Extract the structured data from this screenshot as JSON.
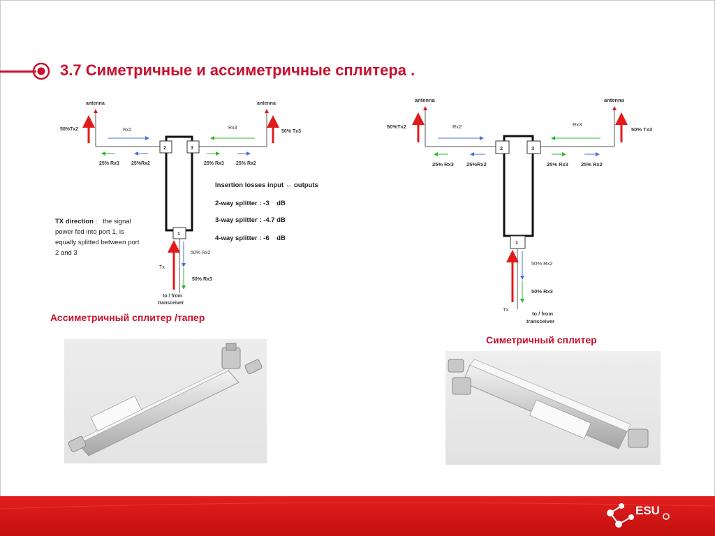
{
  "title": "3.7 Симетричные и ассиметричные сплитера .",
  "left_diagram": {
    "antenna_left": "antenna",
    "antenna_right": "antenna",
    "tx_left": "50%Tx2",
    "tx_right": "50% Tx3",
    "rx_left": "Rx2",
    "rx_right": "Rx3",
    "port2": "2",
    "port3": "3",
    "port1": "1",
    "l_25rx3": "25% Rx3",
    "l_25rx2": "25%Rx2",
    "r_25rx3": "25% Rx3",
    "r_25rx2": "25% Rx2",
    "rx2_50": "50% Rx2",
    "rx3_50": "50% Rx3",
    "tx": "Tx",
    "transceiver_1": "to / from",
    "transceiver_2": "transceiver",
    "insertion_title": "Insertion losses input ↔ outputs",
    "loss_2way": "2-way splitter : -3    dB",
    "loss_3way": "3-way splitter : -4.7 dB",
    "loss_4way": "4-way splitter : -6    dB",
    "txdir_bold": "TX direction",
    "txdir_line1": " :   the signal",
    "txdir_line2": "power fed into port 1, is",
    "txdir_line3": "equally splitted between port",
    "txdir_line4": "2 and 3"
  },
  "right_diagram": {
    "antenna_left": "antenna",
    "antenna_right": "antenna",
    "tx_left": "50%Tx2",
    "tx_right": "50% Tx3",
    "rx_left": "Rx2",
    "rx_right": "Rx3",
    "port2": "2",
    "port3": "3",
    "port1": "1",
    "l_25rx3": "25% Rx3",
    "l_25rx2": "25%Rx2",
    "r_25rx3": "25% Rx3",
    "r_25rx2": "25% Rx2",
    "rx2_50": "50% Rx2",
    "rx3_50": "50% Rx3",
    "tx": "Tx",
    "transceiver_1": "to / from",
    "transceiver_2": "transceiver"
  },
  "caption_left": "Ассиметричный сплитер /тапер",
  "caption_right": "Симетричный сплитер",
  "logo_text": "ESU",
  "colors": {
    "accent": "#c8102e",
    "rx_blue": "#4a6fd6",
    "rx_green": "#2bb82b",
    "tx_red": "#e11b1b"
  }
}
